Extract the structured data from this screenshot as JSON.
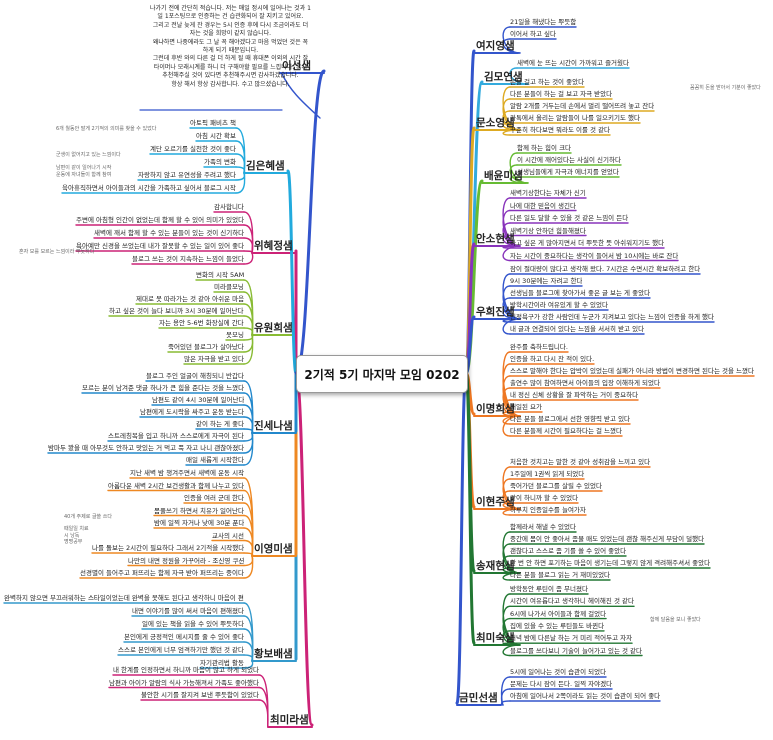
{
  "center_title": "2기적 5기 마지막 모임 0202",
  "branches": [
    {
      "name": "여지영샘",
      "color": "#3355cc",
      "items": [
        "21일을 해냈다는 뿌듯함",
        "이어서 하고 싶다"
      ]
    },
    {
      "name": "김모연샘",
      "color": "#33aadd",
      "items": [
        "새벽에 눈 뜨는 시간이 가까워고 즐거웠다"
      ]
    },
    {
      "name": "문소영샘",
      "color": "#ddaa22",
      "items": [
        "돈을 걸고 하는 것이 좋았다",
        "다른 분들이 하는 걸 보고 자극 받았다",
        "알람 2개를 거두는데 손에서 멀리 떨어뜨려 놓고 잔다",
        "카톡에서 올리는 알람들이 나를 일으키기도 했다",
        "꾸준히 하다보면 뭐라도 이룰 것 같다"
      ],
      "mini": [
        {
          "after": 0,
          "text": "꼼꼼히 돈을 받아서 기분이 좋았다"
        }
      ]
    },
    {
      "name": "배윤미샘",
      "color": "#66bb33",
      "items": [
        "함께 하는 힘이 크다",
        "이 시간에 깨어있다는 사실이 신기하다",
        "선생님들에게 자극과 에너지를 얻었다"
      ]
    },
    {
      "name": "안소현샘",
      "color": "#8833bb",
      "items": [
        "새벽기상한다는 자체가 신기",
        "나에 대한 믿음이 생긴다",
        "다른 일도 달할 수 있을 것 같은 느낌이 든다",
        "새벽기상 안하던 힘들해졌다",
        "하고 싶은 게 많아지면서 더 뿌듯한 뜻 아쉬워지기도 했다",
        "자는 시간이 중요하다는 생각이 들어서 밤 10시에는 바로 잔다"
      ]
    },
    {
      "name": "우희진샘",
      "color": "#3355cc",
      "items": [
        "잠이 절대량이 많다고 생각해 왔다. 7시간은 수면시간 확보하려고 한다",
        "9시 30분에는 자려고 한다",
        "선생님들 블로그에 찾아가서 좋은 글 보는 게 좋았다",
        "방학시간이라 여유있게 할 수 있었다",
        "인정욕구가 강한 사람인데 누군가 지켜보고 있다는 느낌이 인증을 하게 했다",
        "내 글과 연결되어 있다는 느낌을 서서히 받고 있다"
      ]
    },
    {
      "name": "이명희샘",
      "color": "#ee7722",
      "items": [
        "완주를 축하드립니다.",
        "인증을 하고 다시 잔 적이 있다.",
        "스스로 말해야 한다는 압박이 있었는데 실패가 아니라 방법이 변경하면 된다는 것을 느꼈다",
        "출연수 많이 참여하면서 아이들의 입장 이해하게 되었다",
        "내 정신 신체 상황을 잘 파악하는 거이 중요하다",
        "매일된 요가",
        "다른 분들 블로그에서 선한 영향력 받고 있다",
        "다른 분들께 시간이 필요하다는 걸 느꼈다"
      ]
    },
    {
      "name": "이현주샘",
      "color": "#ee7722",
      "items": [
        "처음한 것치고는 말한 것 같아 성취감을 느끼고 있다",
        "1주일에 1권씩 읽게 되었다",
        "죽어가던 블로그를 살릴 수 있었다",
        "같이 하니까 할 수 있었다",
        "하루치 인증일수를 늘여가자"
      ]
    },
    {
      "name": "송재현샘",
      "color": "#227733",
      "items": [
        "함께라서 해낼 수 있었다",
        "중간에 몸이 안 좋아서 좀물 매도 있었는데 괜찮 해주신게 부담이 덜했다",
        "괜찮다고 스스로 좀 기를 쓸 수 있어 좋았다",
        "한 번 안 하면 포기하는 마음이 생기는데 그렇지 않게 격려해주셔서 좋았다",
        "다른 분들 블로그 읽는 거 재미있었다"
      ]
    },
    {
      "name": "최미숙샘",
      "color": "#227733",
      "items": [
        "방학동안 루틴이 좀 무너졌다",
        "시간이 여유롭다고 생각하니 헤이해진 것 같다",
        "6시에 나가서 아이들과 함께 걸었다",
        "집에 있을 수 있는 루틴들도 바뀐다",
        "저녁 밤에 다른날 하는 거 미리 적어두고 자자",
        "블로그를 쓰다보니 기술이 늘어가고 있는 것 같다"
      ],
      "mini": [
        {
          "after": 2,
          "text": "함께 달음을 보니 좋았다"
        }
      ]
    },
    {
      "name": "금민선샘",
      "color": "#3355cc",
      "items": [
        "5시에 일어나는 것이 습관이 되었다",
        "문제는 다시 잠이 든다. 일찍 자야겠다",
        "아침에 일어나서 2쪽이라도 읽는 것이 습관이 되어 좋다"
      ]
    },
    {
      "name": "최미라샘",
      "color": "#cc2277",
      "items": [
        "내 한계를 인정하면서 하니까 마음이 많고 하게 되었다",
        "남편과 아이가 알람의 식사 가능해져서 가족도 좋아했다",
        "불안한 시기를 잘지켜 보낸 뿌듯함이 있었다"
      ]
    },
    {
      "name": "황보배샘",
      "color": "#3399cc",
      "items": [
        "완벽하지 않으면 부끄러워하는 스타일이었는데 완벽을 못해도 된다고 생각하니 마음이 편해졌다",
        "내면 이야기를 많이 써서 마음이 편해졌다",
        "일에 있는 책을 읽을 수 있어 뿌듯하다",
        "본인에게 긍정적인 메시지를 줄 수 있어 좋다",
        "스스로 본인에게 너무 엄격하기만 했던 것 같다",
        "자기관리법 활동"
      ]
    },
    {
      "name": "이영미샘",
      "color": "#ee8822",
      "items": [
        "지난 새벽 밤 챙겨주면서 새벽에 운동 시작",
        "아롬다운 새벽 2시간 보건생활과 함께 나누고 있다",
        "인증을 여러 군데 한다",
        "몸풀쓰기 하면서 치유가 일어난다",
        "밤에 일찍 자거나 낮에 30분 푼다",
        "교사의 시선",
        "나를 돌보는 2시간이 필요하다 그래서 2기적을 시작했다",
        "나만의 내면 정원을 가꾸어라 - 조신영 쿠션",
        "선경별이 들어주고 퍼뜨리는 함께 자극 받아 퍼뜨리는 중이다"
      ],
      "mini": [
        {
          "after": 3,
          "text": "40개 주제로 글쓸 쓰다"
        },
        {
          "after": 4,
          "text": "때일일 치료"
        },
        {
          "after": 4,
          "text": "시 낭독"
        },
        {
          "after": 5,
          "text": "명명공부"
        }
      ]
    },
    {
      "name": "진세나샘",
      "color": "#2288cc",
      "items": [
        "블로그 주인 얼굴이 해칭되니 반갑다",
        "모르는 분이 남겨준 댓글 하나가 큰 힘을 준다는 것을 느꼈다",
        "남편도 같이 4시 30분에 일어난다",
        "남편에게 도시락을 싸주고 운동 받는다",
        "같이 하는 게 좋다",
        "스트레칭복을 입고 하니까 스스로에게 자극이 된다",
        "밤마두 봤을 때 아무것도 안하고 맛있는 거 먹고 푹 자고 나니 괜찮아졌다",
        "매일 새롭게 시작한다"
      ]
    },
    {
      "name": "유원희샘",
      "color": "#88bb33",
      "items": [
        "변화의 시작 5AM",
        "미라클모닝",
        "제대로 못 따라가는 것 같아 아쉬운 마음",
        "하고 싶은 것이 늘다 보니까 3시 30분에 일어난다",
        "자는 용안 5-6번 화장실에 간다",
        "못모닝",
        "죽어있던 블로그가 살아났다",
        "많은 자극을 받고 있다"
      ]
    },
    {
      "name": "위혜정샘",
      "color": "#cc2277",
      "items": [
        "감사합니다",
        "주변에 아침형 인간이 없었는데 함께 할 수 있어 의미가 있었다",
        "새벽에 깨서 함께 할 수 있는 분들이 있는 것이 신기하다",
        "욕아예만 신경을 쓰었는데 내가 잘못할 수 있는 일이 있어 좋다",
        "블로그 쓰는 것이 지속하는 느낌이 들었다"
      ],
      "mini": [
        {
          "after": 3,
          "text": "혼자 모를 모르는 느낌이라 뿌듯하다"
        }
      ]
    },
    {
      "name": "김은혜샘",
      "color": "#22aadd",
      "items": [
        "아토픽 패비츠 책",
        "아침 시간 확보",
        "계단 오르기를 실천한 것이 좋다",
        "가족의 변화",
        "자랑하지 않고 유연성을 주려고 했다",
        "육아휴직하면서 아이들과의 시간을 가족하고 싶어서 블로그 시작"
      ],
      "mini": [
        {
          "after": 0,
          "text": "6개 월동안 말게 2기적의 의미를 찾을 수 있었다"
        },
        {
          "after": 2,
          "text": "군생이 없어지고 있는 느낌이다"
        },
        {
          "after": 3,
          "text": "남편이 같이 일어나기 시작"
        },
        {
          "after": 3,
          "text": "운동에 자녀들이 함께 참여"
        }
      ]
    },
    {
      "name": "이선샘",
      "color": "#3355cc",
      "items": []
    }
  ],
  "note": "나가기 전에 간단히 적습니다. 저는 매일 정시에 일어나는 것과 1\n일 1포스팅으로 인증하는 건 습관화되어 잘 지키고 있어요.\n그리고 전날 늦게 잔 경우는 5시 인증 후에 다시 조금이라도 더\n자는 것을 희망이 같지 않습니다.\n왜냐하면 나중에라도 그 날 꼭 해야겠다고 마음 먹었던 것은 꼭\n하게 되기 때문입니다.\n그런데 후반 와의 다른 걸 더 하게 될 때 휴대폰 이외의 시간 잘\n타이머나 모래시계를 하니 더 구해야할 필요를 느낍니다. 혹시\n추천해주실 것이 있다면 추천해주시면 감사하겠습니다.\n항상 해서 항상 감사합니다. 수고 많으셨습니다."
}
